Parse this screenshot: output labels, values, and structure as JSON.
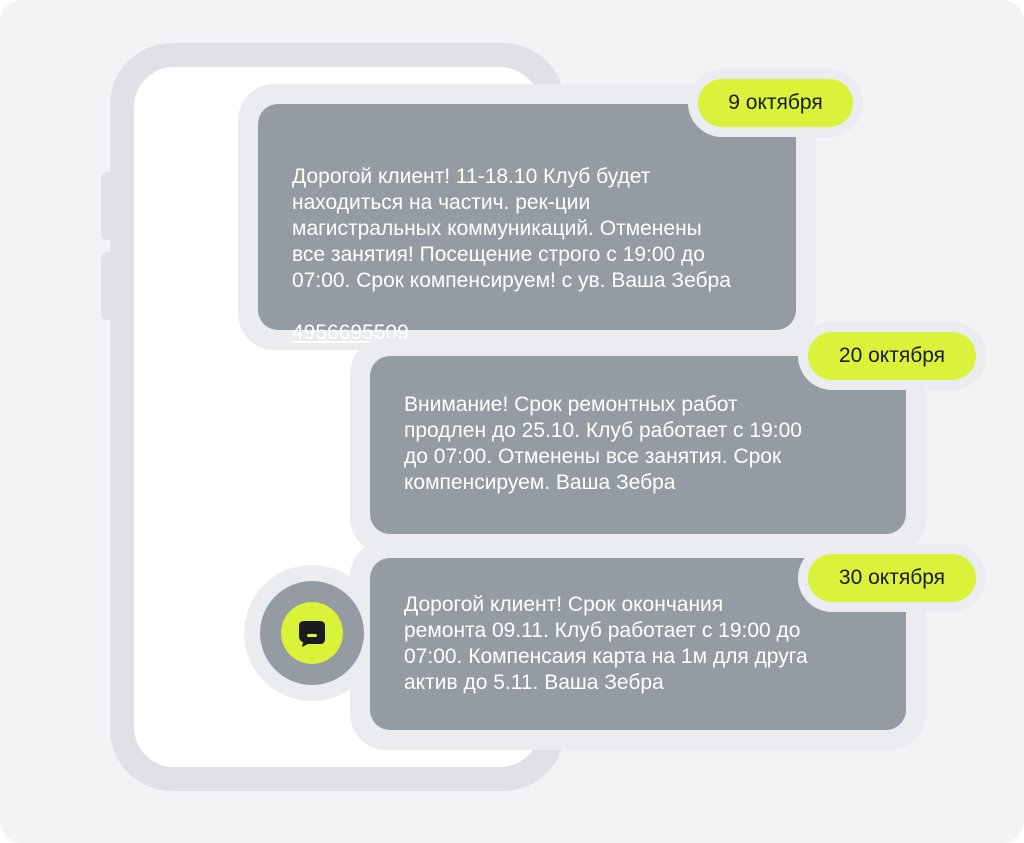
{
  "messages": [
    {
      "date": "9 октября",
      "text": "Дорогой клиент! 11-18.10 Клуб будет\nнаходиться на частич. рек-ции\nмагистральных коммуникаций. Отменены\nвсе занятия! Посещение строго с 19:00 до\n07:00. Срок компенсируем! с ув. Ваша Зебра",
      "phone": "4956695509"
    },
    {
      "date": "20 октября",
      "text": "Внимание! Срок ремонтных работ\nпродлен до 25.10. Клуб работает с 19:00\nдо 07:00. Отменены все занятия. Срок\nкомпенсируем. Ваша Зебра"
    },
    {
      "date": "30 октября",
      "text": "Дорогой клиент! Срок окончания\nремонта 09.11. Клуб работает с 19:00 до\n07:00. Компенсаия карта на 1м для друга\nактив до 5.11. Ваша Зебра"
    }
  ],
  "colors": {
    "bubble": "#959ba2",
    "date_pill": "#d9f23a",
    "phone_frame": "#dfe1e7",
    "background": "#f3f3f6"
  },
  "icons": {
    "sender_avatar": "chat-bubble-icon"
  }
}
